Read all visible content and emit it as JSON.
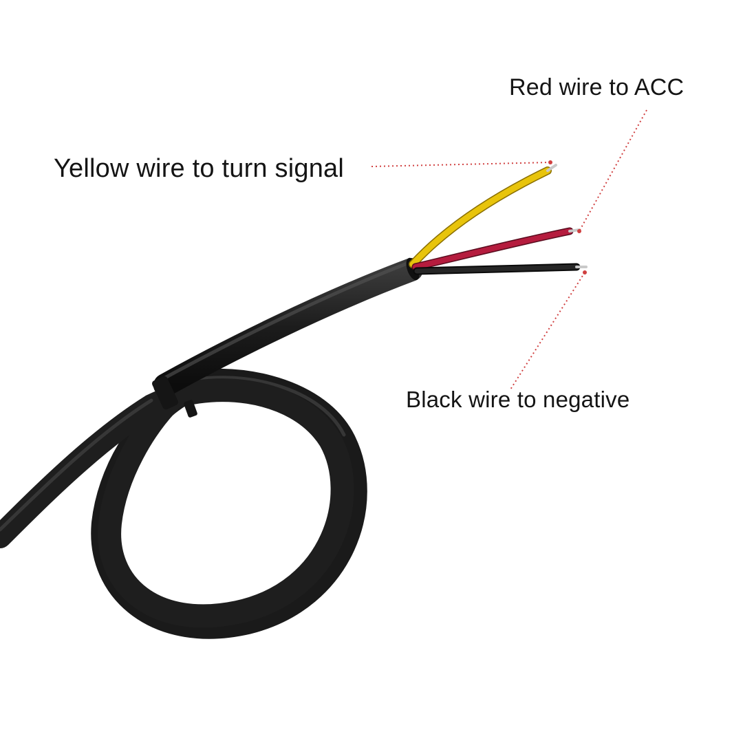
{
  "labels": {
    "red": "Red wire to ACC",
    "yellow": "Yellow wire to turn signal",
    "black": "Black wire to negative"
  },
  "colors": {
    "background": "#ffffff",
    "cable_jacket": "#1c1c1c",
    "yellow_wire": "#e8c40c",
    "red_wire": "#b51c3e",
    "black_wire": "#161616",
    "leader_line": "#d04040",
    "copper_tip": "#c9c9c9"
  },
  "icons": {
    "cable": "three-core-cable",
    "cable_tie": "zip-tie"
  }
}
